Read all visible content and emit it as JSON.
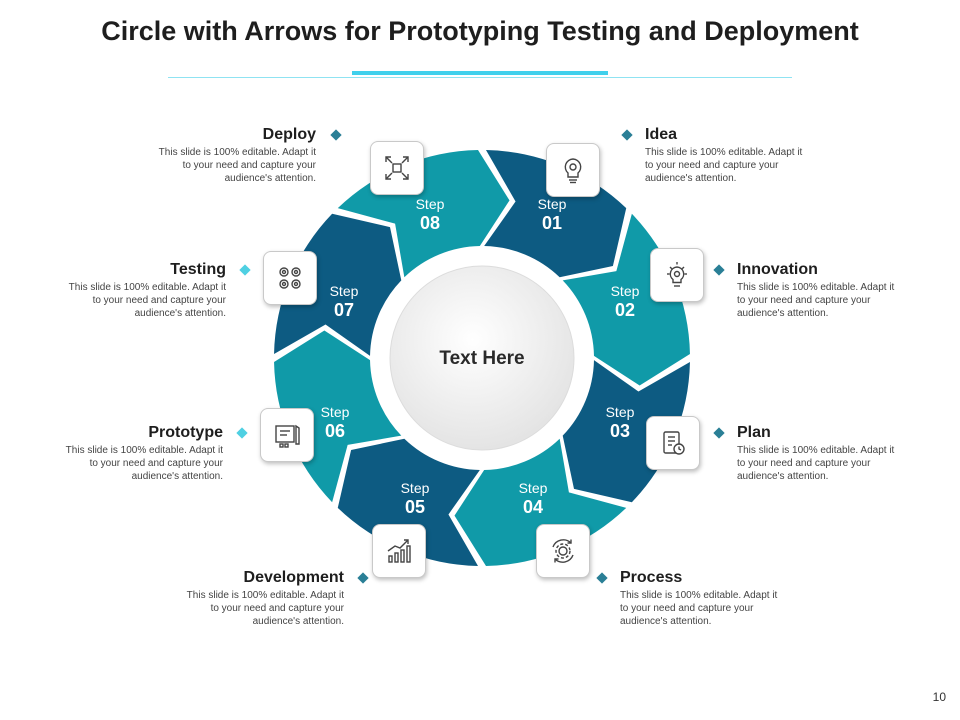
{
  "title": "Circle with Arrows for Prototyping Testing and Deployment",
  "center_text": "Text Here",
  "step_word": "Step",
  "colors": {
    "dark": "#0d5b82",
    "teal": "#109aa8",
    "diamond_dark": "#2a7f96",
    "diamond_light": "#4fd0e2"
  },
  "steps": [
    {
      "number": "01",
      "color": "dark",
      "title": "Idea",
      "description": "This slide is 100% editable. Adapt it to your need and capture your audience's attention.",
      "icon": "lightbulb-gear-icon"
    },
    {
      "number": "02",
      "color": "teal",
      "title": "Innovation",
      "description": "This slide is 100% editable. Adapt it to your need and capture your audience's attention.",
      "icon": "bulb-innovation-icon"
    },
    {
      "number": "03",
      "color": "dark",
      "title": "Plan",
      "description": "This slide is 100% editable. Adapt it to your need and capture your audience's attention.",
      "icon": "checklist-clock-icon"
    },
    {
      "number": "04",
      "color": "teal",
      "title": "Process",
      "description": "This slide is 100% editable. Adapt it to your need and capture your audience's attention.",
      "icon": "gear-cycle-icon"
    },
    {
      "number": "05",
      "color": "dark",
      "title": "Development",
      "description": "This slide is 100% editable. Adapt it to your need and capture your audience's attention.",
      "icon": "growth-chart-icon"
    },
    {
      "number": "06",
      "color": "teal",
      "title": "Prototype",
      "description": "This slide is 100% editable. Adapt it to your need and capture your audience's attention.",
      "icon": "prototype-board-icon"
    },
    {
      "number": "07",
      "color": "dark",
      "title": "Testing",
      "description": "This slide is 100% editable. Adapt it to your need and capture your audience's attention.",
      "icon": "gears-testing-icon"
    },
    {
      "number": "08",
      "color": "teal",
      "title": "Deploy",
      "description": "This slide is 100% editable. Adapt it to your need and capture your audience's attention.",
      "icon": "expand-arrows-icon"
    }
  ],
  "page_number": "10"
}
